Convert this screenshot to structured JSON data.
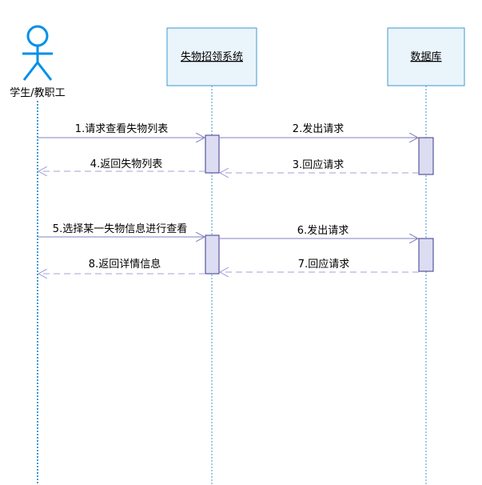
{
  "actor": {
    "name": "学生/教职工"
  },
  "objects": [
    {
      "name": "失物招领系统"
    },
    {
      "name": "数据库"
    }
  ],
  "messages": [
    {
      "label": "1.请求查看失物列表",
      "kind": "request"
    },
    {
      "label": "2.发出请求",
      "kind": "request"
    },
    {
      "label": "3.回应请求",
      "kind": "reply"
    },
    {
      "label": "4.返回失物列表",
      "kind": "reply"
    },
    {
      "label": "5.选择某一失物信息进行查看",
      "kind": "request"
    },
    {
      "label": "6.发出请求",
      "kind": "request"
    },
    {
      "label": "7.回应请求",
      "kind": "reply"
    },
    {
      "label": "8.返回详情信息",
      "kind": "reply"
    }
  ],
  "colors": {
    "object_fill": "#eaf4fb",
    "object_border": "#3c9ad6",
    "lifeline": "#3c9ad6",
    "activation_fill": "#dcdcf2",
    "activation_border": "#3a3a8c",
    "request_line": "#8080c0",
    "reply_line": "#a0a0d8",
    "actor": "#0090e8"
  }
}
